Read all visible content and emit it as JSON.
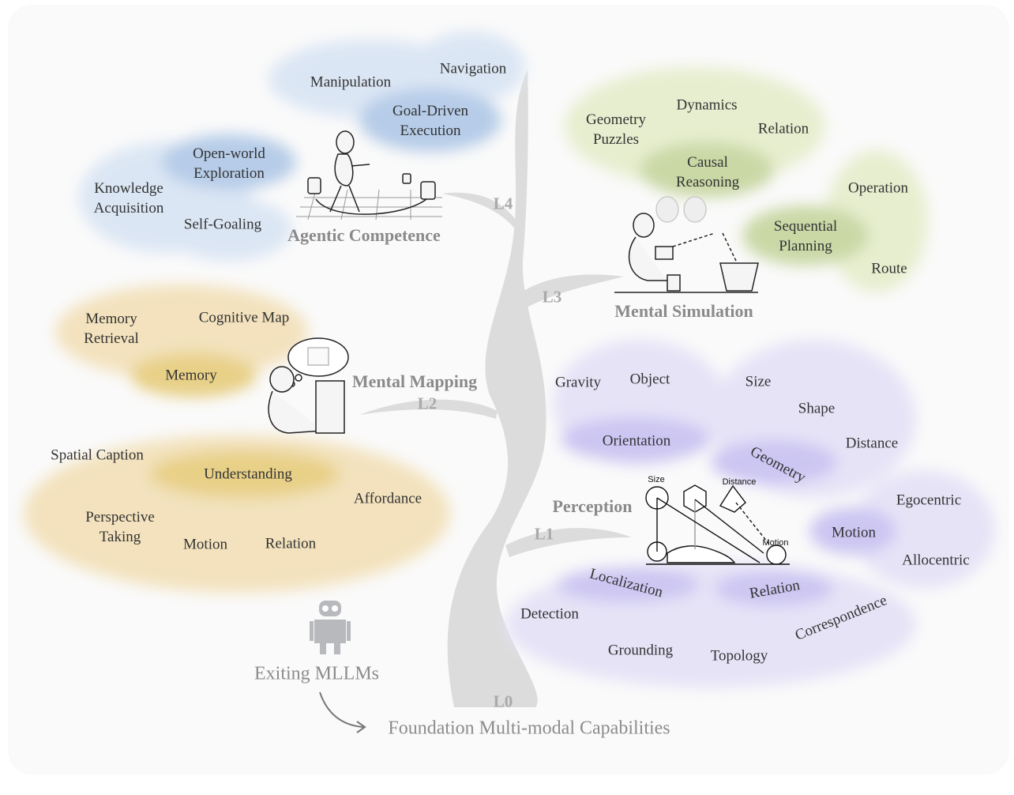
{
  "diagram": {
    "levels": [
      "L0",
      "L1",
      "L2",
      "L3",
      "L4"
    ],
    "categories": {
      "agentic": "Agentic Competence",
      "simulation": "Mental Simulation",
      "mapping": "Mental Mapping",
      "perception": "Perception"
    },
    "agentic_items": [
      "Manipulation",
      "Navigation",
      "Goal-Driven\nExecution",
      "Open-world\nExploration",
      "Knowledge\nAcquisition",
      "Self-Goaling"
    ],
    "simulation_items": [
      "Geometry\nPuzzles",
      "Dynamics",
      "Relation",
      "Causal\nReasoning",
      "Operation",
      "Sequential\nPlanning",
      "Route"
    ],
    "mapping_items": [
      "Memory\nRetrieval",
      "Cognitive Map",
      "Memory"
    ],
    "understanding_items": [
      "Spatial Caption",
      "Understanding",
      "Affordance",
      "Perspective\nTaking",
      "Motion",
      "Relation"
    ],
    "perception_items": [
      "Gravity",
      "Object",
      "Orientation",
      "Size",
      "Shape",
      "Distance",
      "Geometry",
      "Egocentric",
      "Motion",
      "Allocentric",
      "Localization",
      "Relation",
      "Detection",
      "Grounding",
      "Topology",
      "Correspondence"
    ],
    "perception_figure_labels": [
      "Size",
      "Distance",
      "Motion"
    ],
    "existing": "Exiting MLLMs",
    "foundation": "Foundation Multi-modal Capabilities",
    "colors": {
      "agentic": "#c9d9ef",
      "agentic_core": "#a9c3e4",
      "simulation": "#e3ecc6",
      "simulation_core": "#c7d6a4",
      "mapping": "#f1dcb0",
      "mapping_core": "#e6cc7c",
      "perception": "#dcd8f4",
      "perception_core": "#c6bff0",
      "trunk": "#dedede",
      "text_muted": "#8c8c8c"
    }
  }
}
